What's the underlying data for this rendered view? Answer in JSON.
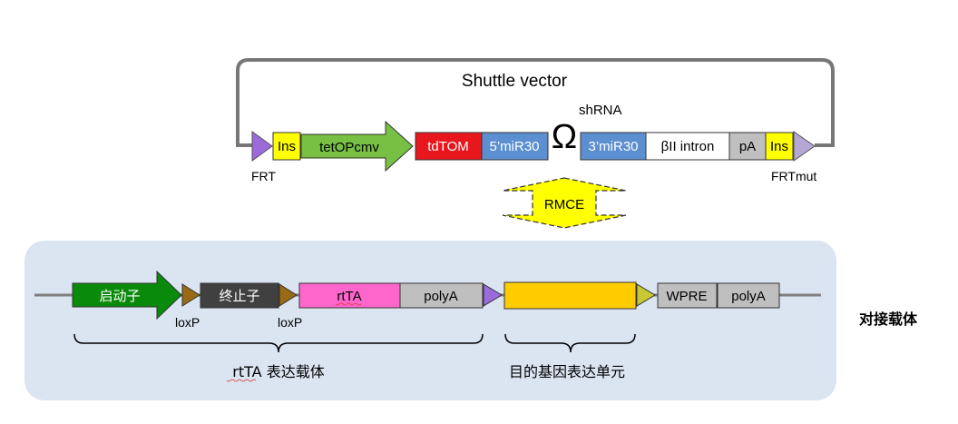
{
  "shuttle": {
    "title": "Shuttle vector",
    "frt_left": "FRT",
    "frt_right": "FRTmut",
    "ins_left": "Ins",
    "tetop": "tetOPcmv",
    "tdtom": "tdTOM",
    "mir5": "5’miR30",
    "omega": "Ω",
    "shrna": "shRNA",
    "mir3": "3’miR30",
    "intron": "βII intron",
    "pa": "pA",
    "ins_right": "Ins"
  },
  "rmce": {
    "label": "RMCE"
  },
  "docking": {
    "title": "对接载体",
    "promoter": "启动子",
    "terminator": "终止子",
    "loxp1": "loxP",
    "loxp2": "loxP",
    "rtta": "rtTA",
    "polya1": "polyA",
    "wpre": "WPRE",
    "polya2": "polyA",
    "brace1_label": "rtTA 表达载体",
    "brace2_label": "目的基因表达单元"
  },
  "colors": {
    "frt": "#9b6bdc",
    "ins": "#ffff00",
    "tetop": "#77c043",
    "tdtom": "#e8171d",
    "mir": "#5b8fd0",
    "intron": "#ffffff",
    "grey": "#bfbfbf",
    "promoter": "#0a8a0a",
    "terminator": "#404040",
    "loxp": "#996a16",
    "rtta": "#ff66cc",
    "goi": "#ffcc00",
    "goi_tri": "#c8c832",
    "panel": "#dbe4f1"
  }
}
